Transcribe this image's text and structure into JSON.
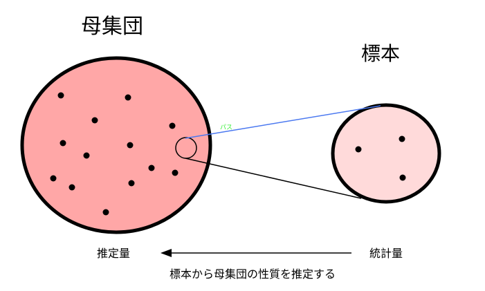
{
  "population": {
    "title": "母集団",
    "fill": "#ffa7a7",
    "dot_count": 13
  },
  "sample": {
    "title": "標本",
    "fill": "#ffdada",
    "dot_count": 3
  },
  "arrow": {
    "left_label": "推定量",
    "right_label": "統計量"
  },
  "caption": "標本から母集団の性質を推定する",
  "path_hint": "パス",
  "colors": {
    "outline": "#000000",
    "connector_upper": "#4a78f0",
    "path_hint": "#33ee33"
  }
}
